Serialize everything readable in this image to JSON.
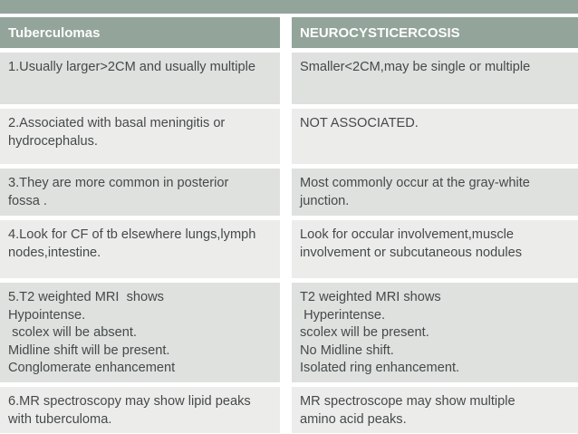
{
  "colors": {
    "accent_green": "#93a49b",
    "row_dark": "#dee1dd",
    "row_light": "#ecedea",
    "body_text": "#45494c",
    "header_text": "#fdfdfd"
  },
  "table": {
    "header": {
      "left": "Tuberculomas",
      "right": "NEUROCYSTICERCOSIS"
    },
    "rows": [
      {
        "left": "1.Usually larger>2CM and usually multiple",
        "right": "Smaller<2CM,may be single or multiple"
      },
      {
        "left": "2.Associated with basal meningitis or\nhydrocephalus.",
        "right": "NOT ASSOCIATED."
      },
      {
        "left": "3.They are more common in posterior\nfossa .",
        "right": "Most commonly occur at the gray-white\njunction."
      },
      {
        "left": "4.Look for CF of tb elsewhere lungs,lymph\nnodes,intestine.",
        "right": "Look for occular involvement,muscle\ninvolvement or subcutaneous nodules"
      },
      {
        "left": "5.T2 weighted MRI  shows\nHypointense.\n scolex will be absent.\nMidline shift will be present.\nConglomerate enhancement",
        "right": "T2 weighted MRI shows\n Hyperintense.\nscolex will be present.\nNo Midline shift.\nIsolated ring enhancement."
      },
      {
        "left": "6.MR spectroscopy may show lipid peaks\nwith tuberculoma.",
        "right": "MR spectroscope may show multiple\namino acid peaks."
      }
    ]
  }
}
